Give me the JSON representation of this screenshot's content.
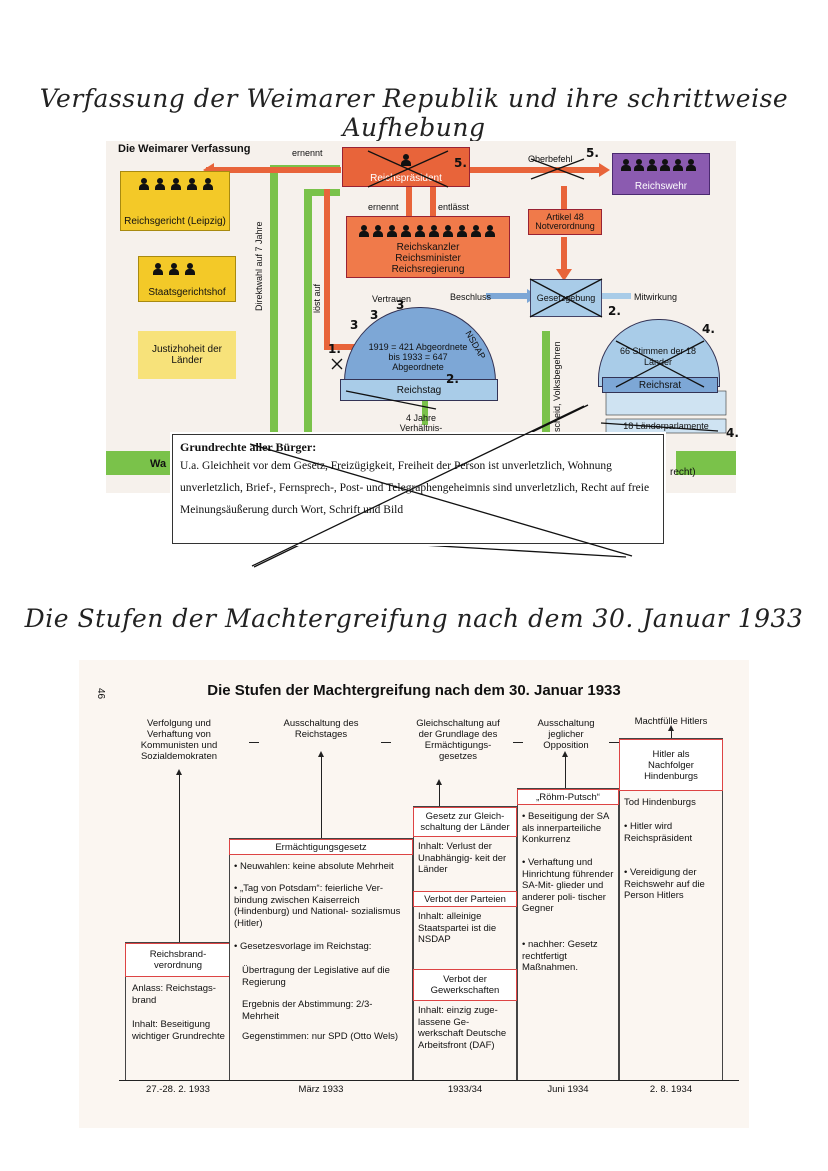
{
  "page": {
    "title1": "Verfassung der Weimarer Republik und ihre schrittweise Aufhebung",
    "title2": "Die Stufen der Machtergreifung nach dem 30. Januar 1933"
  },
  "diagram1": {
    "heading": "Die Weimarer Verfassung",
    "reichsgericht": "Reichsgericht (Leipzig)",
    "staatsgerichtshof": "Staatsgerichtshof",
    "justizhoheit": "Justizhoheit der Länder",
    "reichspraesident": "Reichspräsident",
    "reichswehr": "Reichswehr",
    "ernennt_top": "ernennt",
    "oberbefehl": "Oberbefehl",
    "ernennt": "ernennt",
    "entlaesst": "entlässt",
    "artikel48": "Artikel 48 Notverordnung",
    "reichskanzler": "Reichskanzler",
    "reichsminister": "Reichsminister",
    "reichsregierung": "Reichsregierung",
    "vertrauen": "Vertrauen",
    "beschluss": "Beschluss",
    "gesetzgebung": "Gesetzgebung",
    "mitwirkung": "Mitwirkung",
    "direktwahl": "Direktwahl auf 7 Jahre",
    "loest_auf": "löst auf",
    "parlament_text": "1919 = 421 Abgeordnete bis 1933 = 647 Abgeordnete",
    "reichstag": "Reichstag",
    "nsdap": "NSDAP",
    "vier_jahre": "4 Jahre Verhältnis-",
    "volksbegehren": "...ntscheid, Volksbegehren",
    "reichsrat_stimmen": "66 Stimmen der 18 Länder",
    "reichsrat": "Reichsrat",
    "laenderparlamente": "18 Länderparlamente",
    "wa": "Wa",
    "recht": "recht)",
    "marks": [
      "5.",
      "5.",
      "1.",
      "2.",
      "2.",
      "3",
      "3",
      "3",
      "4.",
      "4.",
      "1."
    ],
    "grundrechte_head": "Grundrechte aller Bürger:",
    "grundrechte_text": "U.a. Gleichheit vor dem Gesetz, Freizügigkeit, Freiheit der Person ist unverletzlich, Wohnung unverletzlich, Brief-, Fernsprech-, Post- und Telegraphengeheimnis sind unverletzlich, Recht auf freie Meinungsäußerung durch Wort, Schrift und Bild",
    "colors": {
      "yellow": "#f3c928",
      "orange": "#e8643a",
      "salmon": "#f07a4a",
      "purple": "#8b5bb0",
      "blue": "#7da7d6",
      "lightblue": "#a9cce8",
      "green": "#7ac24a"
    }
  },
  "diagram2": {
    "page_number": "46",
    "title": "Die Stufen der Machtergreifung nach dem 30. Januar 1933",
    "goals": [
      "Verfolgung und Verhaftung von Kommunisten und Sozialdemokraten",
      "Ausschaltung des Reichstages",
      "Gleichschaltung auf der Grundlage des Ermächtigungs- gesetzes",
      "Ausschaltung jeglicher Opposition",
      "Machtfülle Hitlers"
    ],
    "col1": {
      "box": "Reichsbrand- verordnung",
      "anlass": "Anlass: Reichstags- brand",
      "inhalt": "Inhalt: Beseitigung wichtiger Grundrechte",
      "date": "27.-28. 2. 1933"
    },
    "col2": {
      "box": "Ermächtigungsgesetz",
      "items": [
        "• Neuwahlen: keine absolute Mehrheit",
        "• „Tag von Potsdam“: feierliche Ver- bindung zwischen Kaiserreich (Hindenburg) und National- sozialismus (Hitler)",
        "• Gesetzesvorlage im Reichstag:",
        "Übertragung der Legislative auf die Regierung",
        "Ergebnis der Abstimmung: 2/3-Mehrheit",
        "Gegenstimmen: nur SPD (Otto Wels)"
      ],
      "date": "März 1933"
    },
    "col3": {
      "box1": "Gesetz zur Gleich- schaltung der Länder",
      "inhalt1": "Inhalt: Verlust der Unabhängig- keit der Länder",
      "box2": "Verbot der Parteien",
      "inhalt2": "Inhalt: alleinige Staatspartei ist die NSDAP",
      "box3": "Verbot der Gewerkschaften",
      "inhalt3": "Inhalt: einzig zuge- lassene Ge- werkschaft Deutsche Arbeitsfront (DAF)",
      "date": "1933/34"
    },
    "col4": {
      "box": "„Röhm-Putsch“",
      "items": [
        "• Beseitigung der SA als innerparteiliche Konkurrenz",
        "• Verhaftung und Hinrichtung führender SA-Mit- glieder und anderer poli- tischer Gegner",
        "• nachher: Gesetz rechtfertigt Maßnahmen."
      ],
      "date": "Juni 1934"
    },
    "col5": {
      "box": "Hitler als Nachfolger Hindenburgs",
      "tod": "Tod Hindenburgs",
      "items": [
        "• Hitler wird Reichspräsident",
        "• Vereidigung der Reichswehr auf die Person Hitlers"
      ],
      "date": "2. 8. 1934"
    }
  }
}
